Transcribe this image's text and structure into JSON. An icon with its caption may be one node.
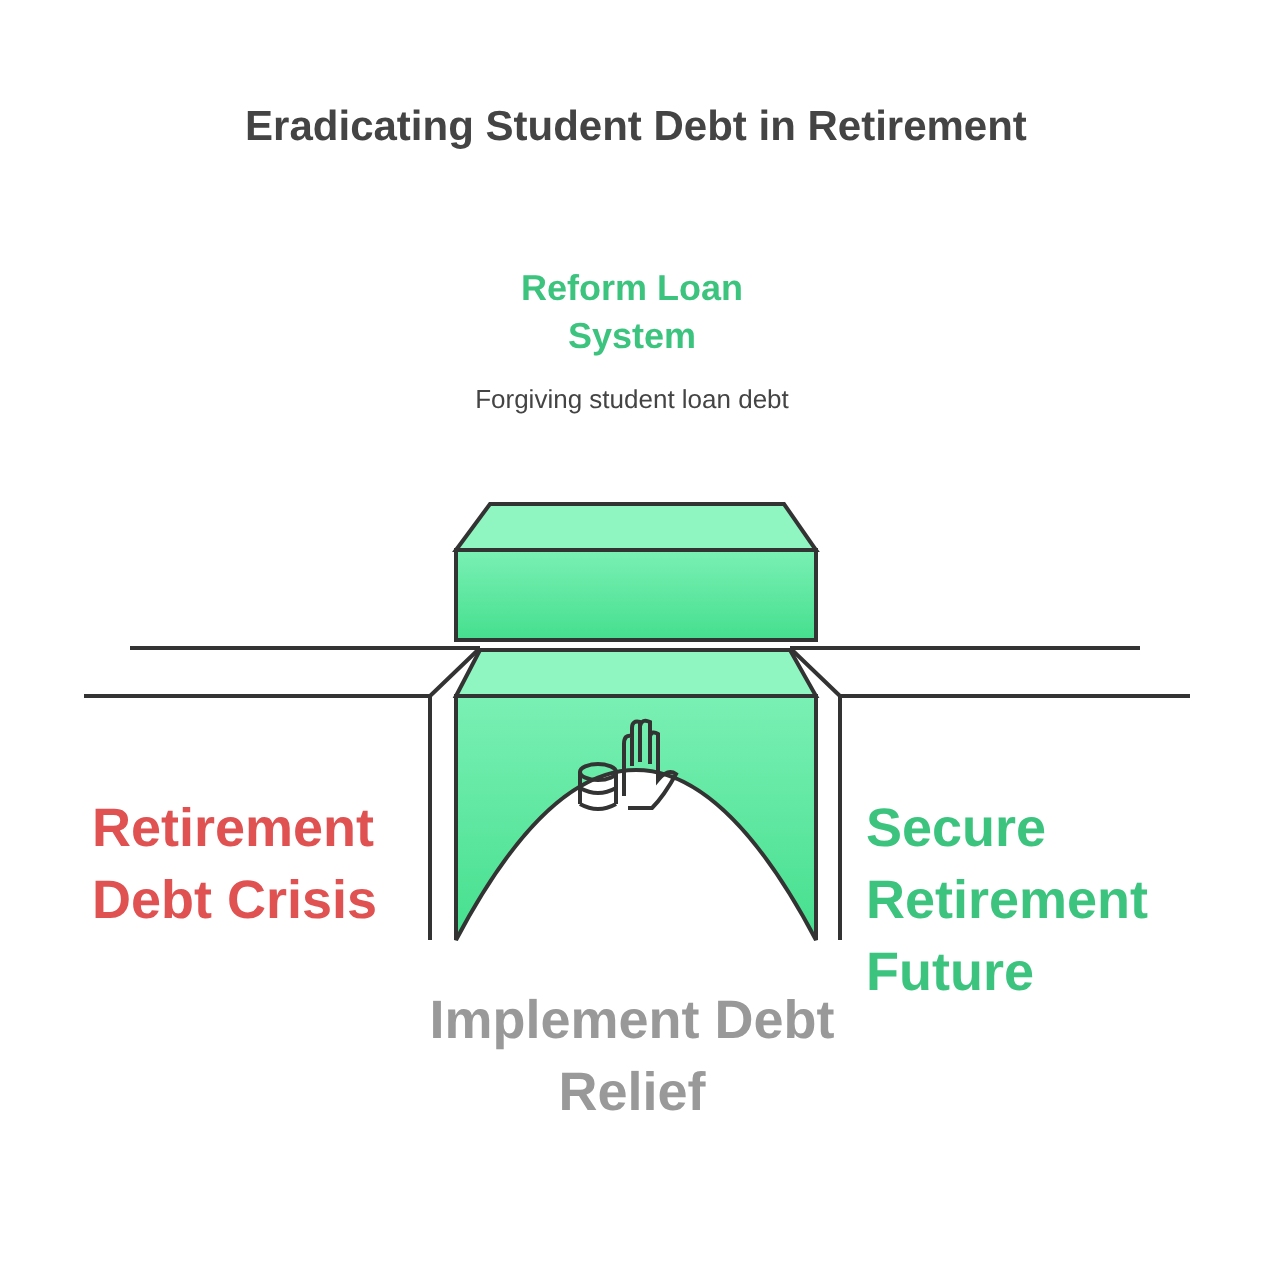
{
  "diagram": {
    "title": "Eradicating Student Debt in Retirement",
    "labels": [
      "Reform Loan System",
      "Forgiving student loan debt",
      "Retirement Debt Crisis",
      "Secure Retirement Future",
      "Implement Debt Relief"
    ]
  }
}
